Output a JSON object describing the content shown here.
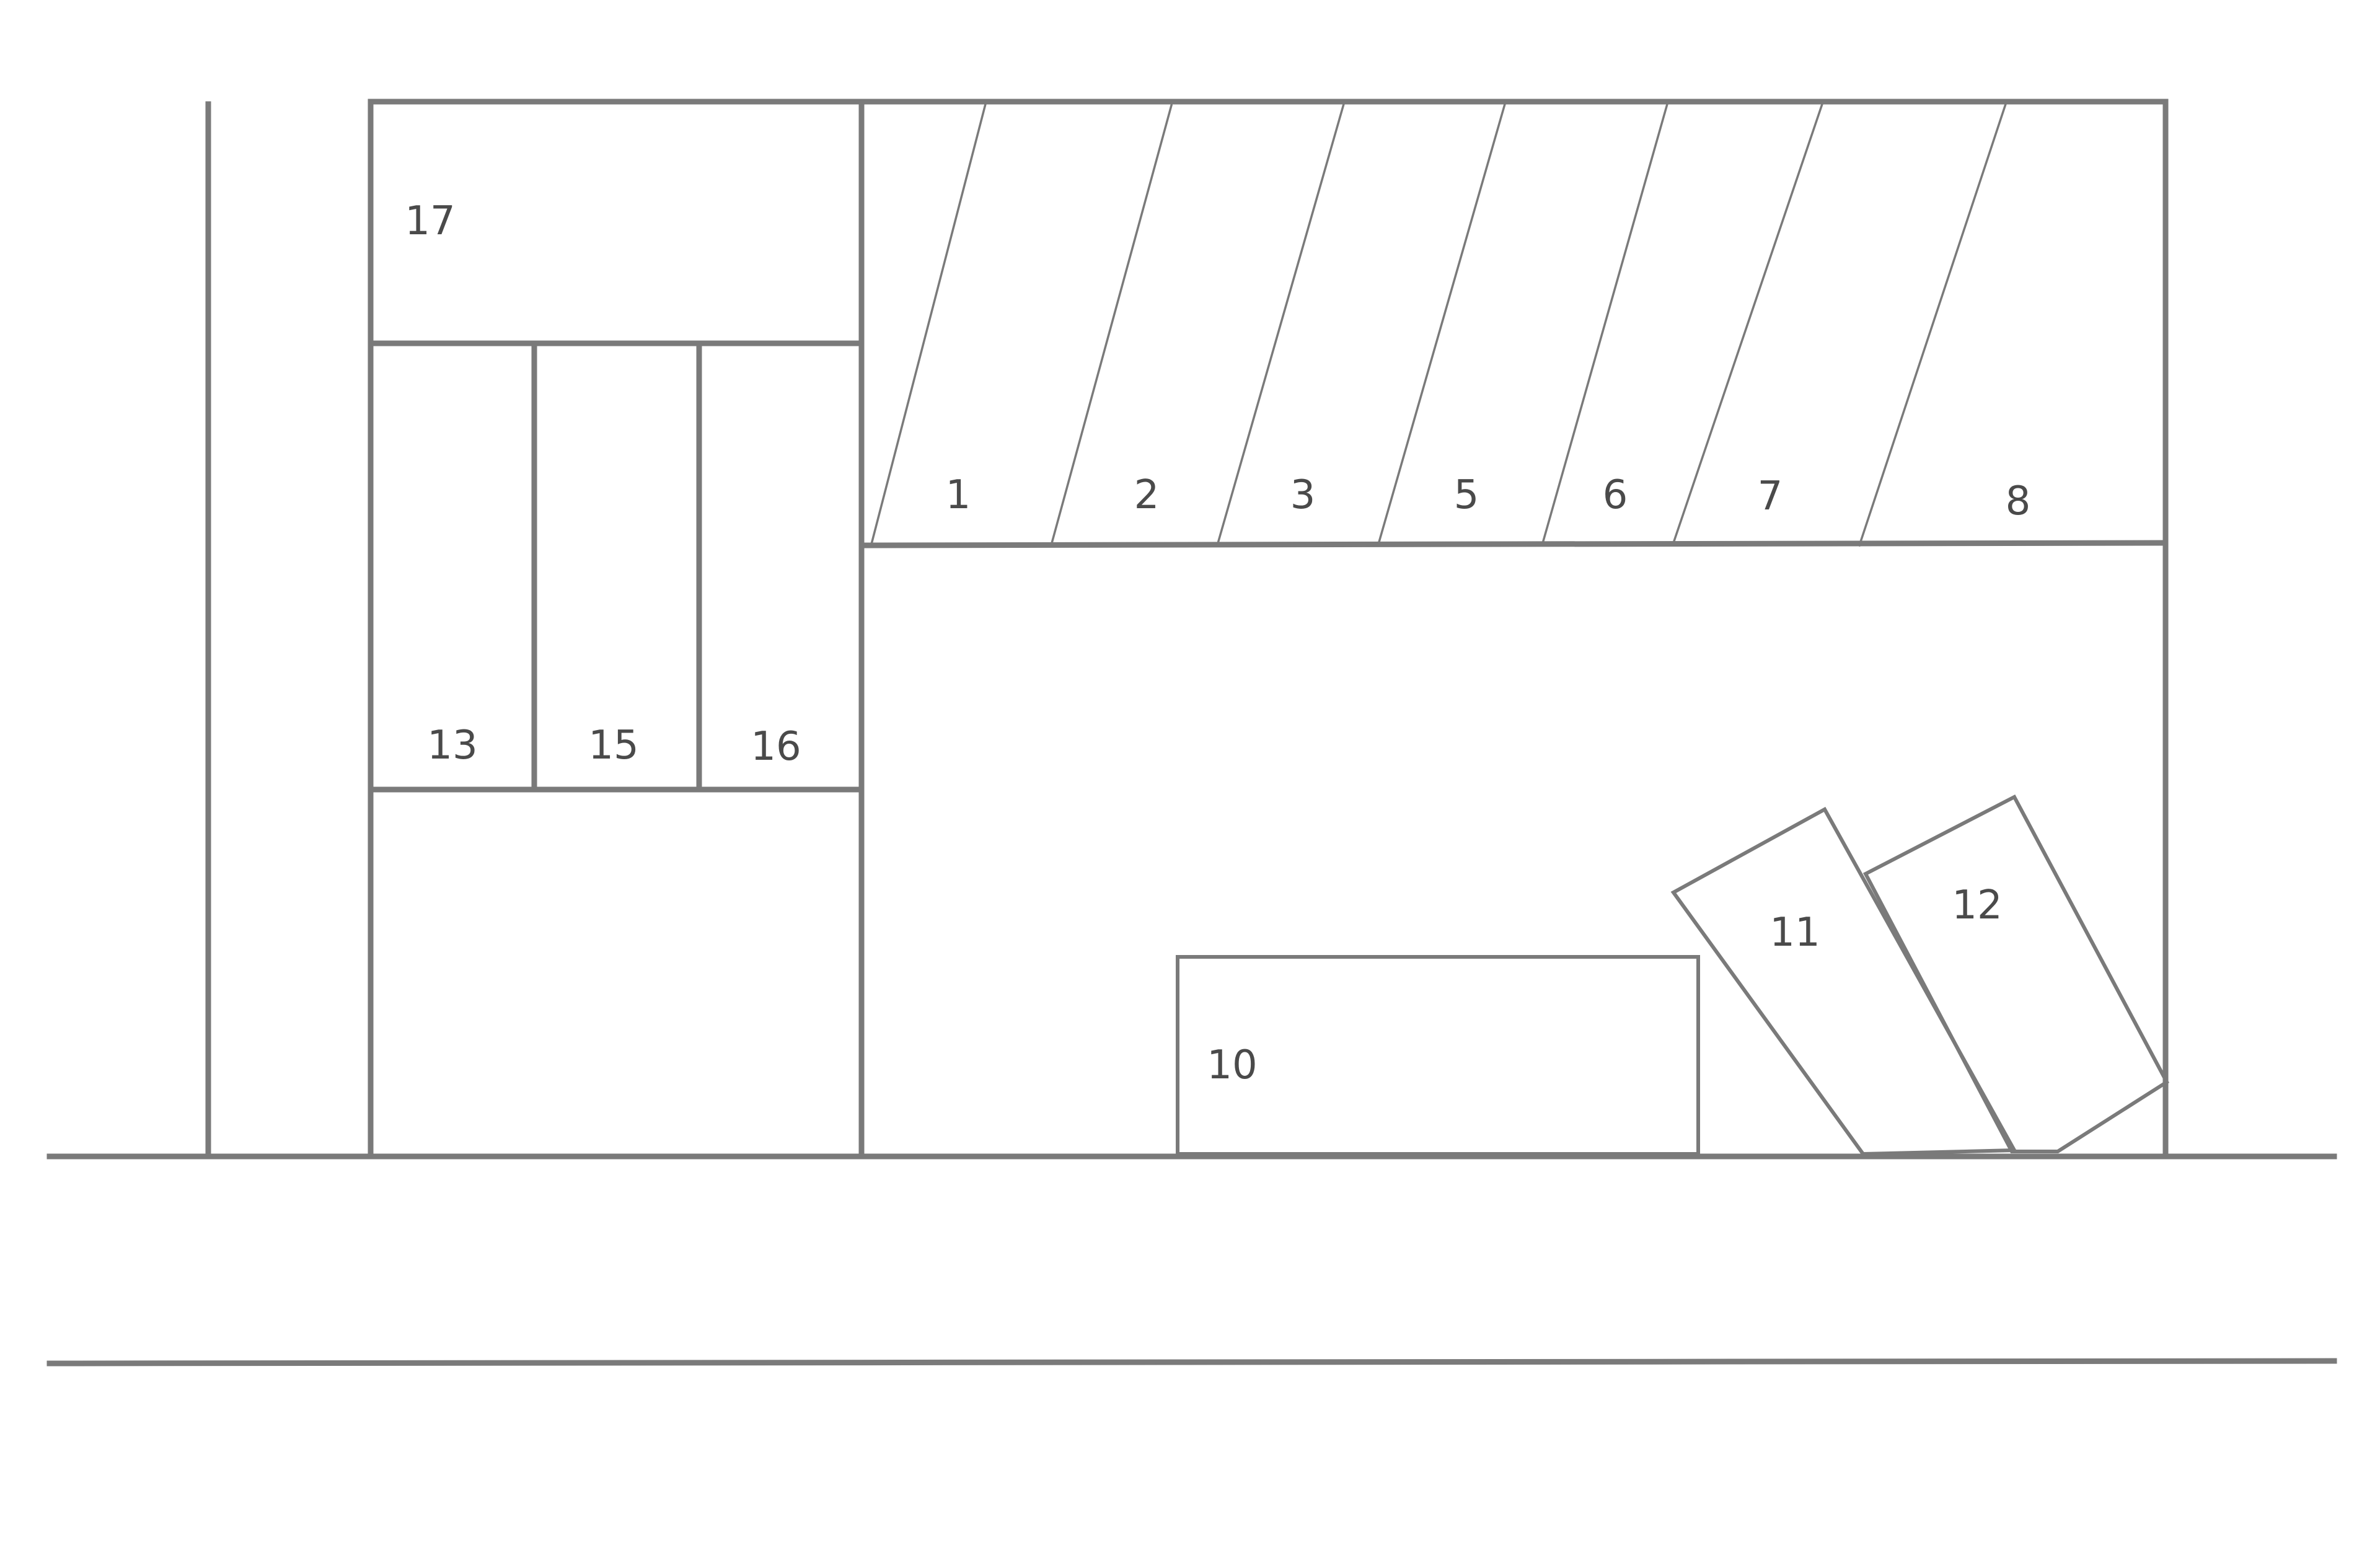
{
  "diagram": {
    "line_color": "#7a7a7a",
    "text_color": "#4a4a4a",
    "labels": {
      "l1": "1",
      "l2": "2",
      "l3": "3",
      "l5": "5",
      "l6": "6",
      "l7": "7",
      "l8": "8",
      "l10": "10",
      "l11": "11",
      "l12": "12",
      "l13": "13",
      "l15": "15",
      "l16": "16",
      "l17": "17"
    }
  }
}
